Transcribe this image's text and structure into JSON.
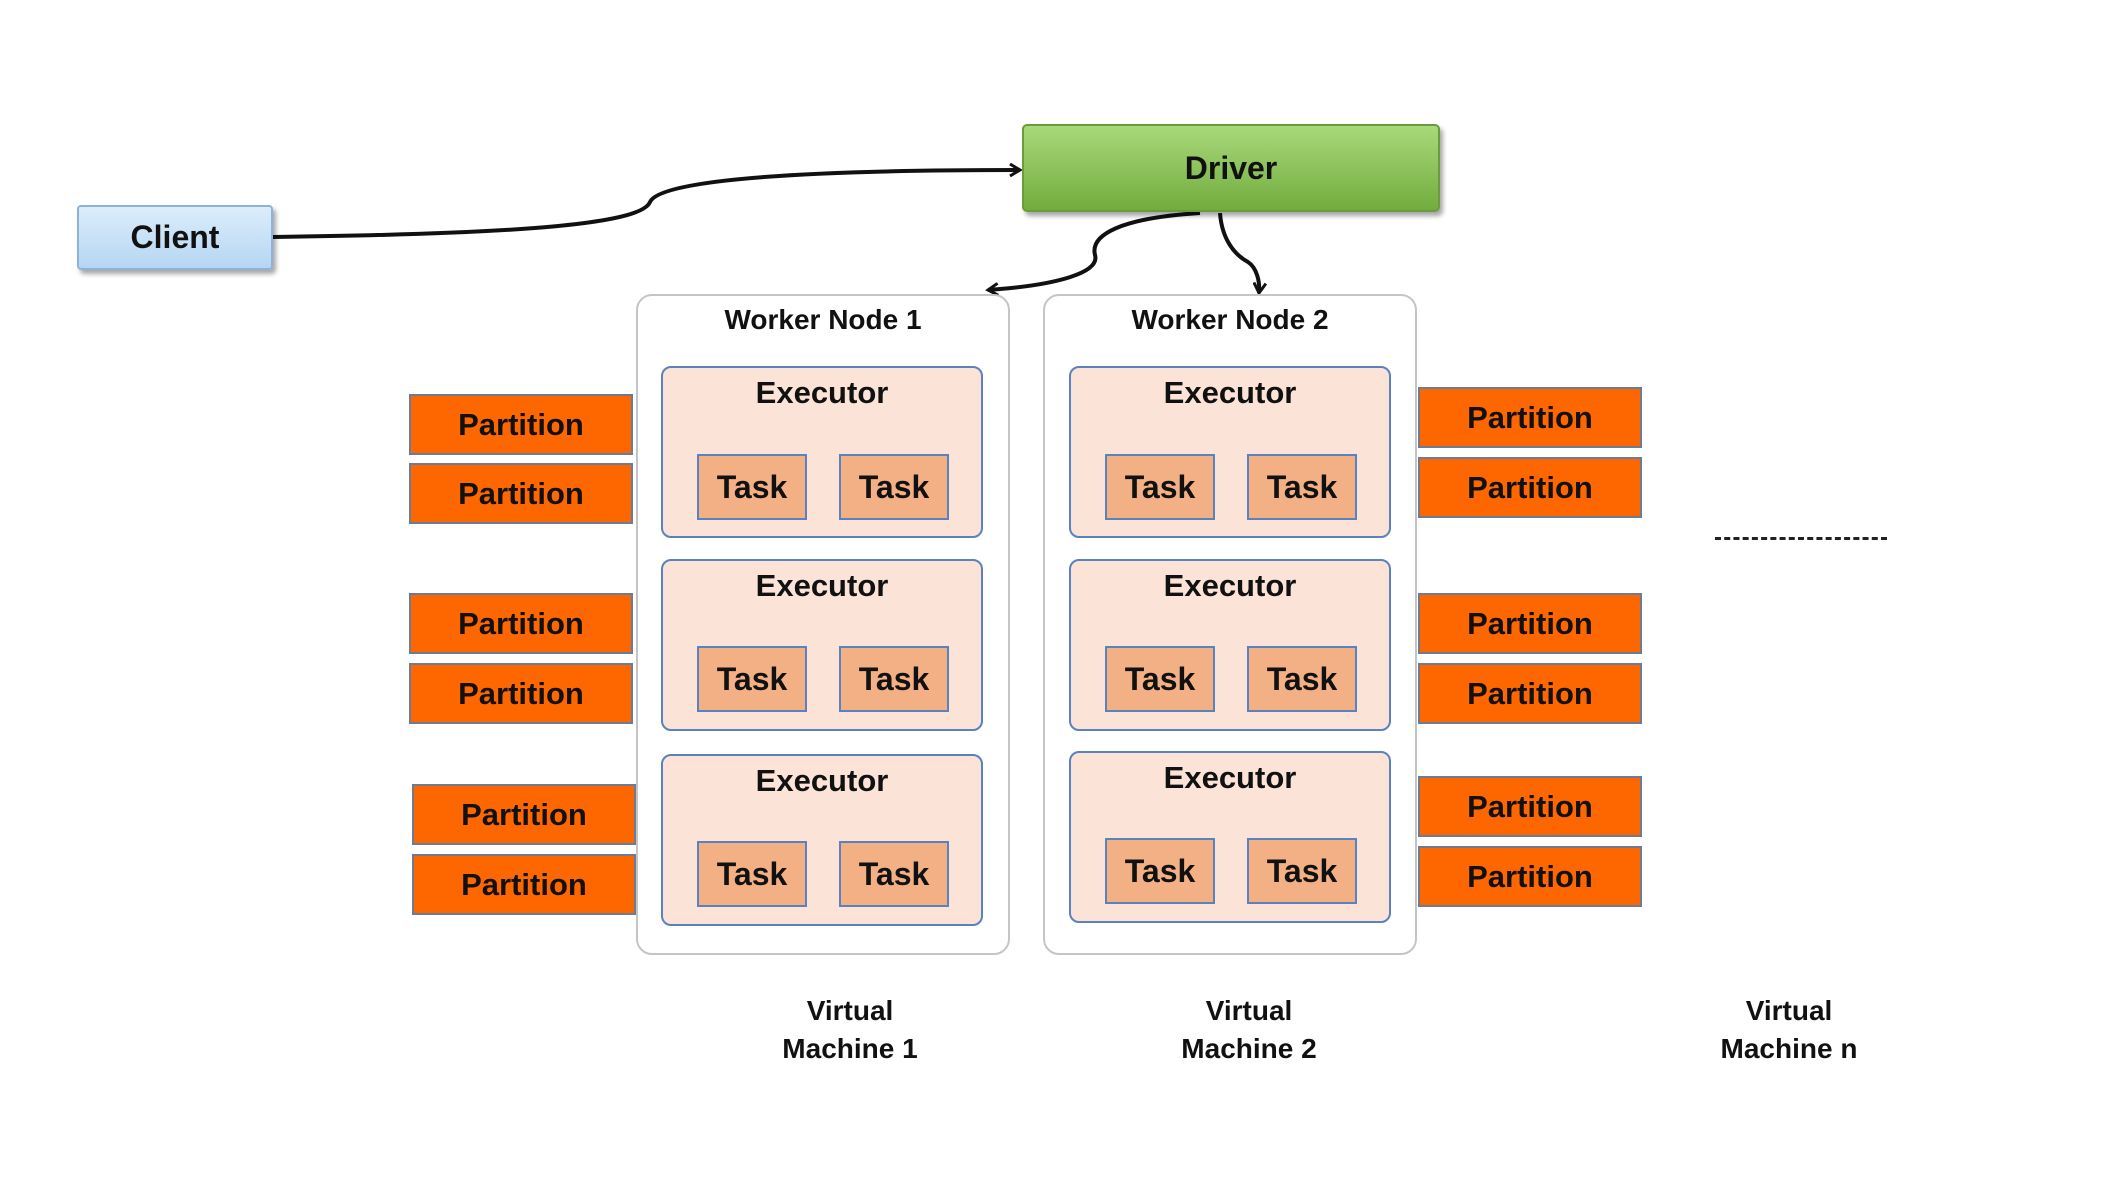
{
  "client": {
    "label": "Client"
  },
  "driver": {
    "label": "Driver"
  },
  "nodes": [
    {
      "title": "Worker Node 1",
      "executors": [
        {
          "label": "Executor",
          "tasks": [
            "Task",
            "Task"
          ]
        },
        {
          "label": "Executor",
          "tasks": [
            "Task",
            "Task"
          ]
        },
        {
          "label": "Executor",
          "tasks": [
            "Task",
            "Task"
          ]
        }
      ],
      "vm": {
        "line1": "Virtual",
        "line2": "Machine 1"
      }
    },
    {
      "title": "Worker Node 2",
      "executors": [
        {
          "label": "Executor",
          "tasks": [
            "Task",
            "Task"
          ]
        },
        {
          "label": "Executor",
          "tasks": [
            "Task",
            "Task"
          ]
        },
        {
          "label": "Executor",
          "tasks": [
            "Task",
            "Task"
          ]
        }
      ],
      "vm": {
        "line1": "Virtual",
        "line2": "Machine 2"
      }
    }
  ],
  "partitions_left": [
    "Partition",
    "Partition",
    "Partition",
    "Partition",
    "Partition",
    "Partition"
  ],
  "partitions_right": [
    "Partition",
    "Partition",
    "Partition",
    "Partition",
    "Partition",
    "Partition"
  ],
  "vm_n": {
    "line1": "Virtual",
    "line2": "Machine n"
  },
  "colors": {
    "client": "#b5d6f3",
    "driver": "#72ac3e",
    "executor": "#fbe4d7",
    "task": "#f2b084",
    "partition": "#fe6700",
    "border_blue": "#5b82be"
  }
}
